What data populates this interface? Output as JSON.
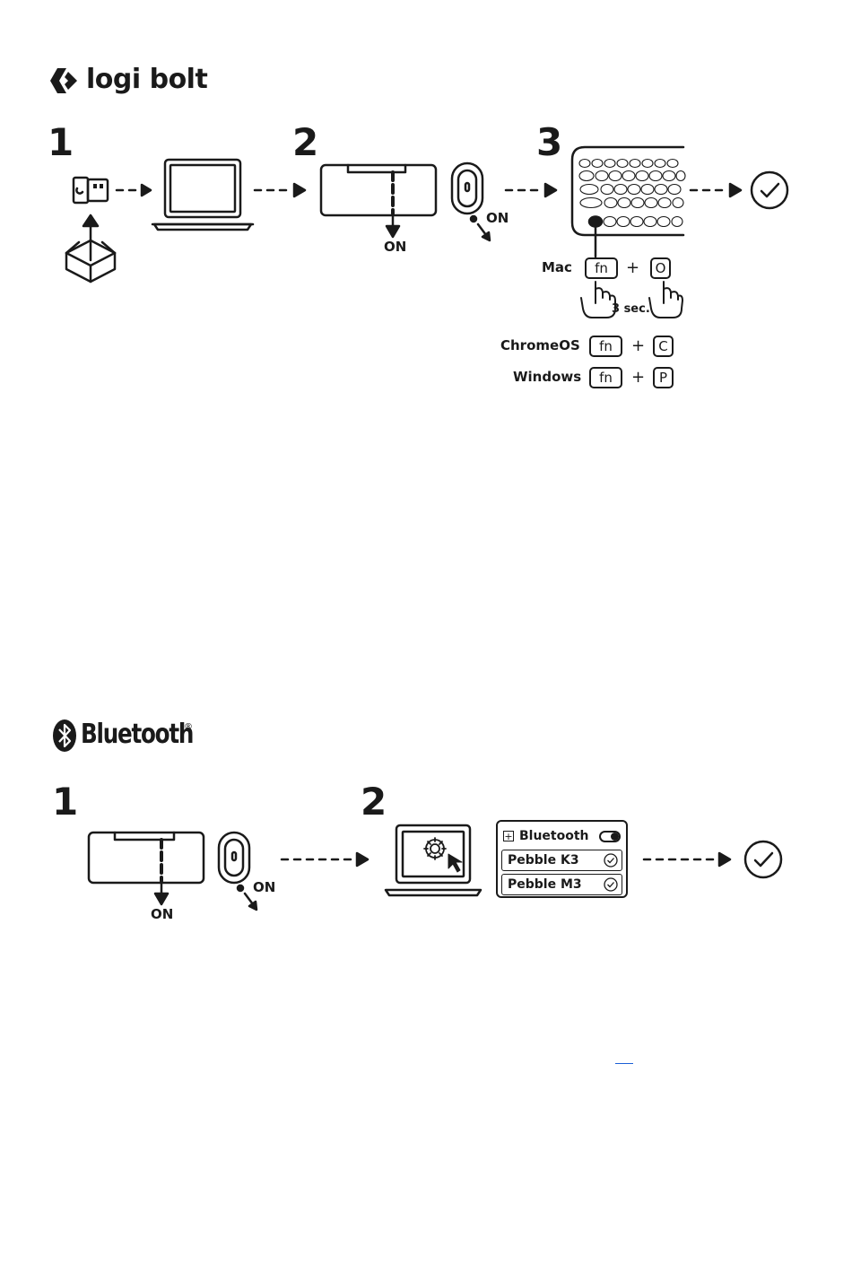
{
  "logi_bolt": {
    "brand_text": "logi bolt",
    "steps": [
      "1",
      "2",
      "3"
    ],
    "on_label_receiver": "ON",
    "on_label_mouse": "ON",
    "shortcuts": {
      "mac": {
        "os": "Mac",
        "key1": "fn",
        "key2": "O",
        "hold": "3 sec."
      },
      "chromeos": {
        "os": "ChromeOS",
        "key1": "fn",
        "key2": "C"
      },
      "windows": {
        "os": "Windows",
        "key1": "fn",
        "key2": "P"
      },
      "plus": "+"
    }
  },
  "bluetooth": {
    "brand_text": "Bluetooth",
    "registered": "®",
    "steps": [
      "1",
      "2"
    ],
    "on_label_receiver": "ON",
    "on_label_mouse": "ON",
    "panel": {
      "header": "Bluetooth",
      "devices": [
        "Pebble K3",
        "Pebble M3"
      ]
    }
  },
  "icons": [
    "logi-bolt-logo-icon",
    "usb-receiver-icon",
    "box-icon",
    "laptop-icon",
    "keyboard-icon",
    "mouse-icon",
    "hand-icon",
    "check-circle-icon",
    "bluetooth-icon",
    "gear-icon",
    "cursor-icon",
    "toggle-icon"
  ],
  "colors": {
    "ink": "#1a1a1a",
    "link": "#1a5fd6"
  }
}
